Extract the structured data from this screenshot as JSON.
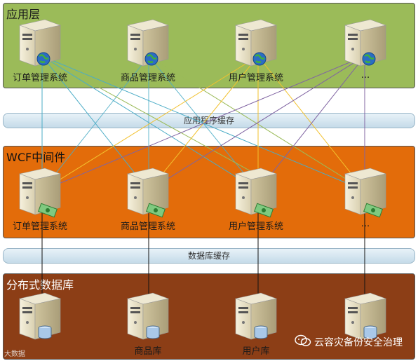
{
  "layers": {
    "app": {
      "title": "应用层",
      "nodes": [
        "订单管理系统",
        "商品管理系统",
        "用户管理系统",
        "..."
      ]
    },
    "middleware": {
      "title": "WCF中间件",
      "nodes": [
        "订单管理系统",
        "商品管理系统",
        "用户管理系统",
        "..."
      ]
    },
    "database": {
      "title": "分布式数据库",
      "nodes": [
        "",
        "商品库",
        "用户库",
        ""
      ]
    }
  },
  "bands": {
    "app_cache": "应用程序缓存",
    "db_cache": "数据库缓存"
  },
  "watermark": {
    "text": "云容灾备份安全治理",
    "left_text": "大数据"
  },
  "colors": {
    "app_layer": "#9bbb59",
    "middleware_layer": "#e36c0a",
    "db_layer": "#8c3e16",
    "line_colors": [
      "#4bacc6",
      "#9bbb59",
      "#f2c12e",
      "#8064a2"
    ]
  },
  "icons": {
    "app_server": "server-globe-icon",
    "middleware_server": "server-money-icon",
    "db_server": "server-database-icon",
    "watermark": "wechat-icon"
  }
}
